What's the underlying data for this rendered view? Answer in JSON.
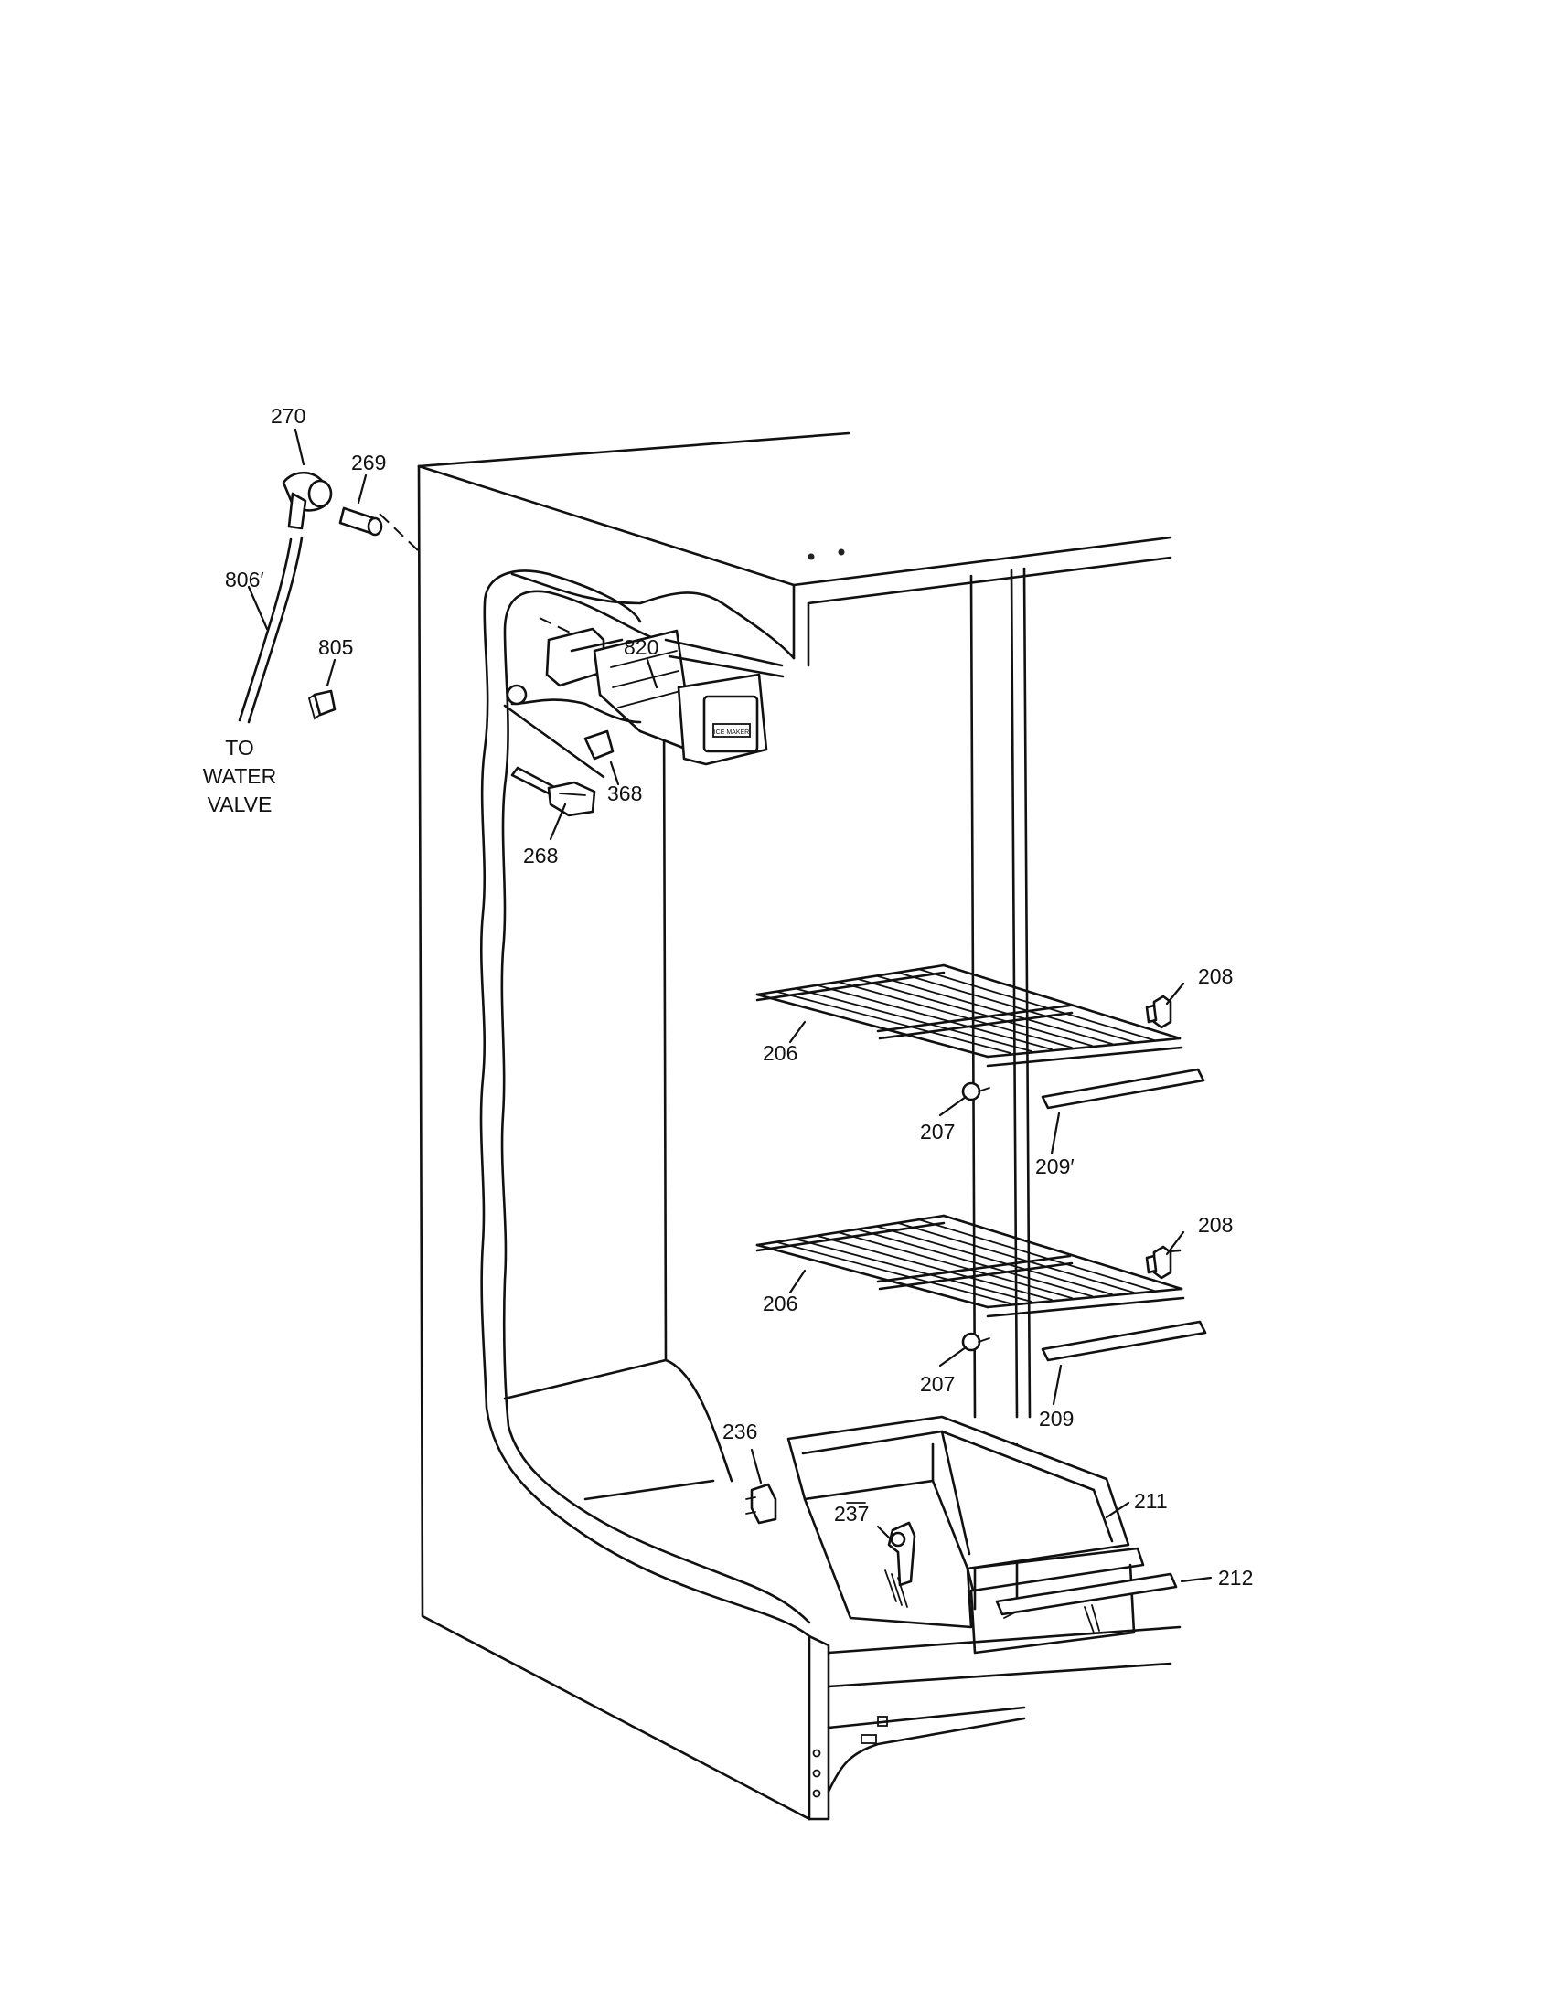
{
  "parts": [
    {
      "id": "p270",
      "number": "270"
    },
    {
      "id": "p269",
      "number": "269"
    },
    {
      "id": "p806",
      "number": "806′"
    },
    {
      "id": "p805",
      "number": "805"
    },
    {
      "id": "p820",
      "number": "820"
    },
    {
      "id": "p368",
      "number": "368"
    },
    {
      "id": "p268",
      "number": "268"
    },
    {
      "id": "p208a",
      "number": "208"
    },
    {
      "id": "p206a",
      "number": "206"
    },
    {
      "id": "p207a",
      "number": "207"
    },
    {
      "id": "p209a",
      "number": "209′"
    },
    {
      "id": "p208b",
      "number": "208"
    },
    {
      "id": "p206b",
      "number": "206"
    },
    {
      "id": "p207b",
      "number": "207"
    },
    {
      "id": "p209b",
      "number": "209"
    },
    {
      "id": "p236",
      "number": "236"
    },
    {
      "id": "p237",
      "number": "237"
    },
    {
      "id": "p211",
      "number": "211"
    },
    {
      "id": "p212",
      "number": "212"
    }
  ],
  "note": {
    "line1": "TO",
    "line2": "WATER",
    "line3": "VALVE"
  },
  "icemaker_label": "ICE MAKER"
}
